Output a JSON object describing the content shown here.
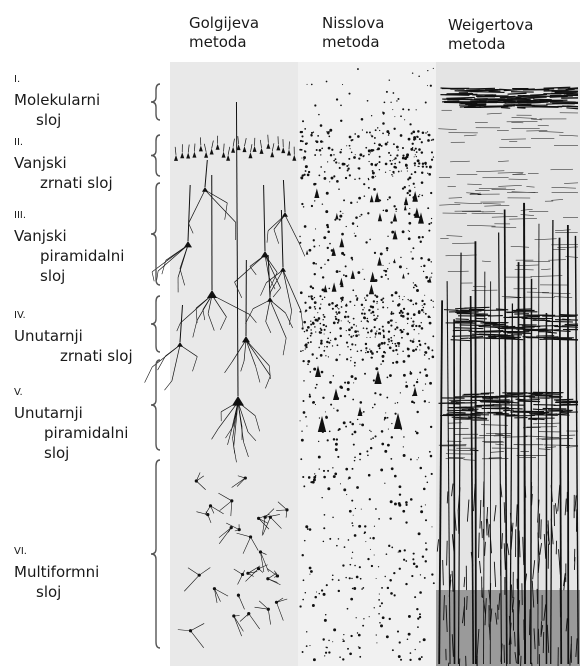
{
  "methods": [
    {
      "line1": "Golgijeva",
      "line2": "metoda"
    },
    {
      "line1": "Nisslova",
      "line2": "metoda"
    },
    {
      "line1": "Weigertova",
      "line2": "metoda"
    }
  ],
  "layers": [
    {
      "numeral": "I.",
      "line1": "Molekularni",
      "line2": "sloj",
      "line3": ""
    },
    {
      "numeral": "II.",
      "line1": "Vanjski",
      "line2": "zrnati sloj",
      "line3": ""
    },
    {
      "numeral": "III.",
      "line1": "Vanjski",
      "line2": "piramidalni",
      "line3": "sloj"
    },
    {
      "numeral": "IV.",
      "line1": "Unutarnji",
      "line2": "zrnati sloj",
      "line3": ""
    },
    {
      "numeral": "V.",
      "line1": "Unutarnji",
      "line2": "piramidalni",
      "line3": "sloj"
    },
    {
      "numeral": "VI.",
      "line1": "Multiformni",
      "line2": "sloj",
      "line3": ""
    }
  ],
  "colors": {
    "panel_bg": "#e9e9e9",
    "ink": "#111111",
    "brace": "#555555"
  }
}
